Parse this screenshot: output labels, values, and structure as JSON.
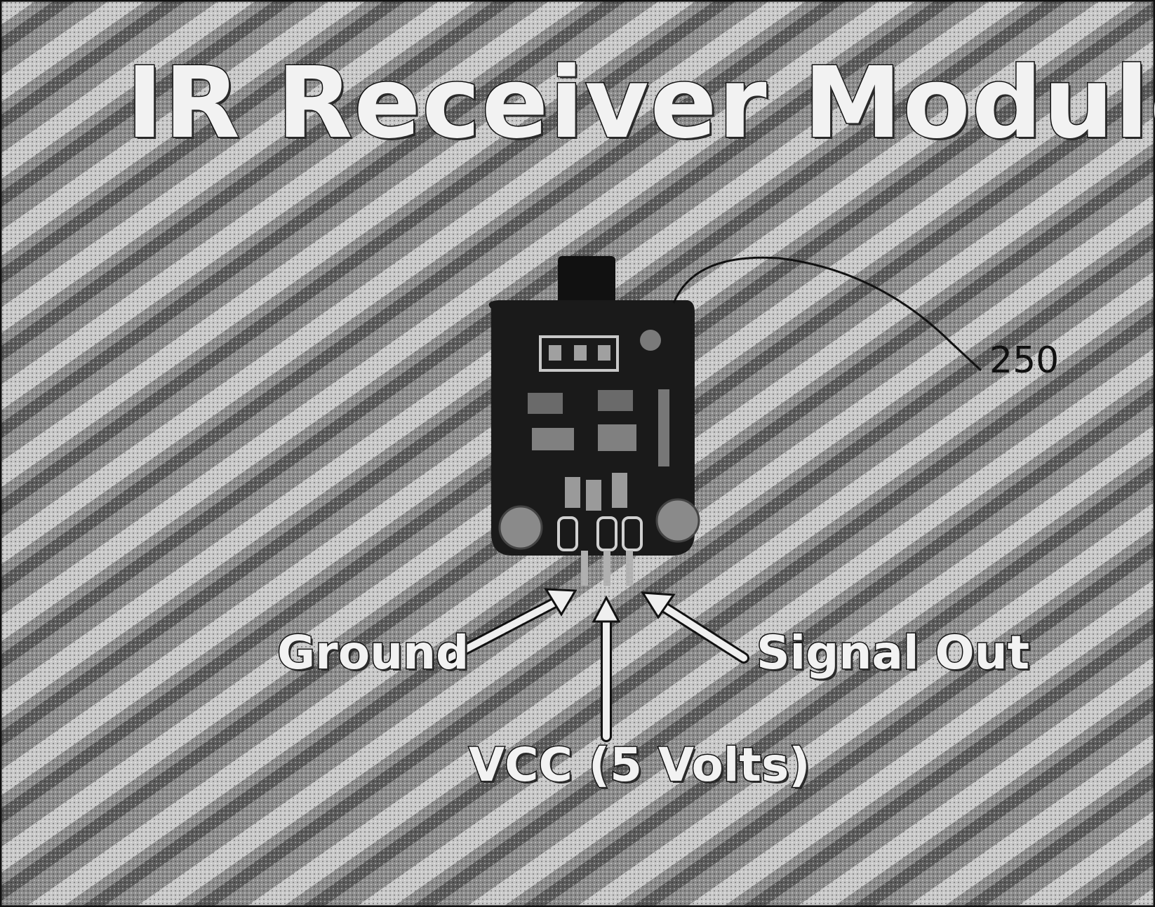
{
  "title": "IR Receiver Module",
  "reference_number": "250",
  "pin_labels": {
    "ground": "Ground",
    "vcc": "VCC (5 Volts)",
    "signal": "Signal Out"
  }
}
